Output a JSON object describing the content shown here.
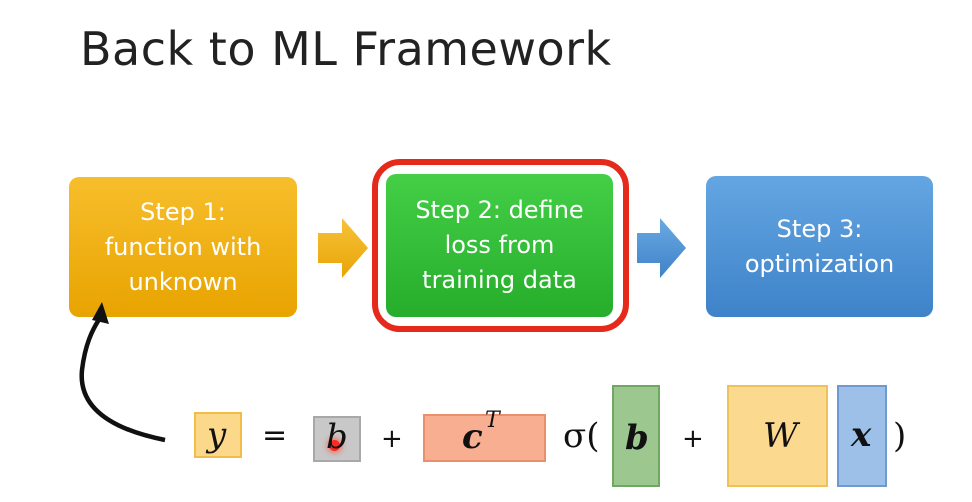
{
  "title": "Back to ML Framework",
  "steps": [
    {
      "label": "Step 1:\nfunction with\nunknown"
    },
    {
      "label": "Step 2: define\nloss from\ntraining data"
    },
    {
      "label": "Step 3:\noptimization"
    }
  ],
  "equation": {
    "y": "y",
    "equals": "=",
    "b_scalar": "b",
    "plus": "+",
    "c": "c",
    "c_sup": "T",
    "sigma": "σ(",
    "b_vector": "b",
    "W": "W",
    "x": "x",
    "close_paren": ")"
  },
  "colors": {
    "step1": "#f0b014",
    "step2": "#33bb37",
    "step3": "#4f92d6",
    "highlight": "#e52a1c",
    "y_box": "#fcd98a",
    "b_scalar_box": "#c8c8c8",
    "c_box": "#f8ae90",
    "b_vector_box": "#9cc890",
    "W_box": "#fbd98f",
    "x_box": "#9cc0e8"
  }
}
